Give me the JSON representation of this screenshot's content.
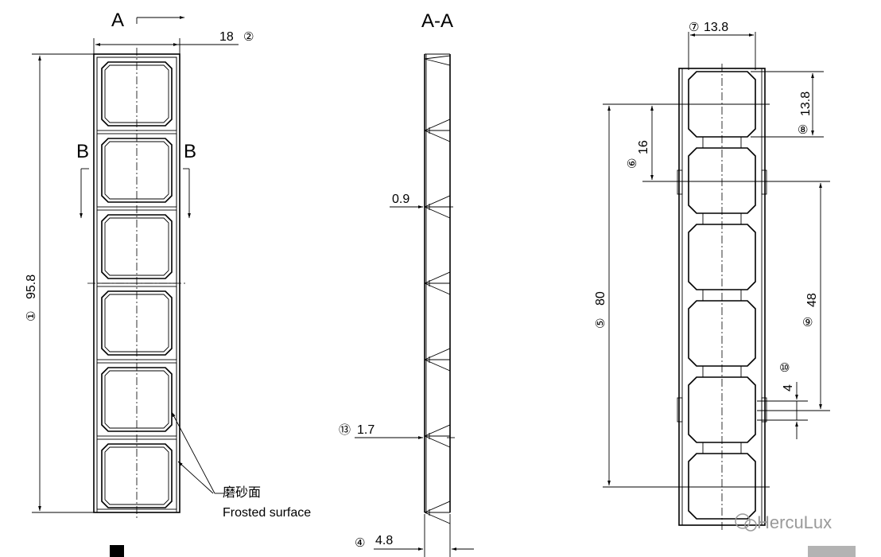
{
  "section": {
    "arrow_a": "A",
    "arrow_b_left": "B",
    "arrow_b_right": "B",
    "view_title": "A-A"
  },
  "dimensions": {
    "d1_value": "95.8",
    "d1_mark": "①",
    "d2_value": "18",
    "d2_mark": "②",
    "d4_value": "4.8",
    "d4_mark": "④",
    "d5_value": "80",
    "d5_mark": "⑤",
    "d6_value": "16",
    "d6_mark": "⑥",
    "d7_value": "13.8",
    "d7_mark": "⑦",
    "d8_value": "13.8",
    "d8_mark": "⑧",
    "d9_value": "48",
    "d9_mark": "⑨",
    "d10_value": "4",
    "d10_mark": "⑩",
    "d13_value": "1.7",
    "d13_mark": "⑬",
    "thickness_value": "0.9"
  },
  "note": {
    "cn": "磨砂面",
    "en": "Frosted surface"
  },
  "watermark": {
    "text": "HercuLux"
  }
}
